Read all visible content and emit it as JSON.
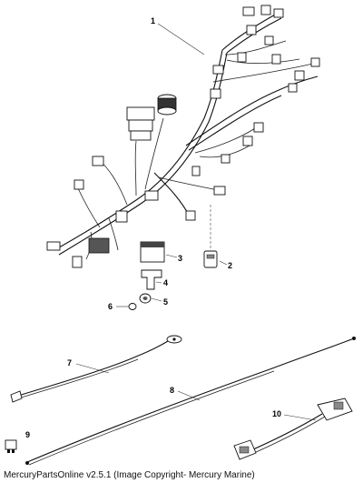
{
  "callouts": [
    {
      "id": "1",
      "label": "1"
    },
    {
      "id": "2",
      "label": "2"
    },
    {
      "id": "3",
      "label": "3"
    },
    {
      "id": "4",
      "label": "4"
    },
    {
      "id": "5",
      "label": "5"
    },
    {
      "id": "6",
      "label": "6"
    },
    {
      "id": "7",
      "label": "7"
    },
    {
      "id": "8",
      "label": "8"
    },
    {
      "id": "9",
      "label": "9"
    },
    {
      "id": "10",
      "label": "10"
    }
  ],
  "footer": {
    "caption": "MercuryPartsOnline v2.5.1 (Image Copyright- Mercury Marine)"
  },
  "colors": {
    "line": "#111111",
    "background": "#ffffff"
  }
}
